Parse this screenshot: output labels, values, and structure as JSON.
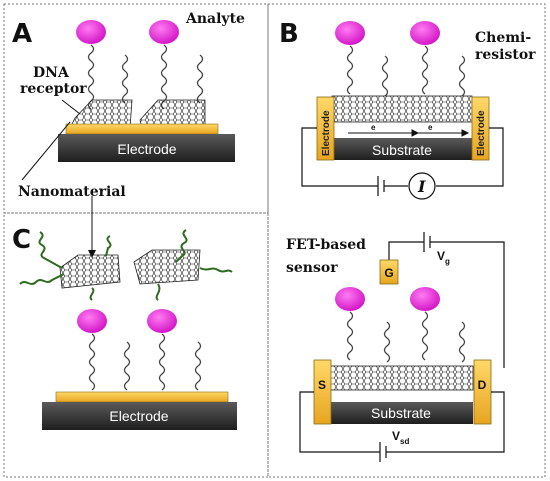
{
  "panels": {
    "a": {
      "letter": "A",
      "analyte_label": "Analyte",
      "dna_label_line1": "DNA",
      "dna_label_line2": "receptor",
      "electrode_label": "Electrode"
    },
    "b": {
      "letter": "B",
      "chemiresistor_line1": "Chemi-",
      "chemiresistor_line2": "resistor",
      "electrode_left": "Electrode",
      "electrode_right": "Electrode",
      "substrate_label": "Substrate",
      "electron_label": "e",
      "current_label": "I"
    },
    "c": {
      "letter": "C",
      "nanomaterial_label": "Nanomaterial",
      "electrode_label": "Electrode"
    },
    "fet": {
      "label_line1": "FET-based",
      "label_line2": "sensor",
      "gate_label": "G",
      "vg_label": "V",
      "vg_sub": "g",
      "source_label": "S",
      "drain_label": "D",
      "substrate_label": "Substrate",
      "vsd_label": "V",
      "vsd_sub": "sd"
    }
  },
  "colors": {
    "analyte": "#e21ad6",
    "electrode_gold": "#f5c242",
    "electrode_base": "#3f3f3f",
    "green_strand": "#2f6b1f"
  }
}
